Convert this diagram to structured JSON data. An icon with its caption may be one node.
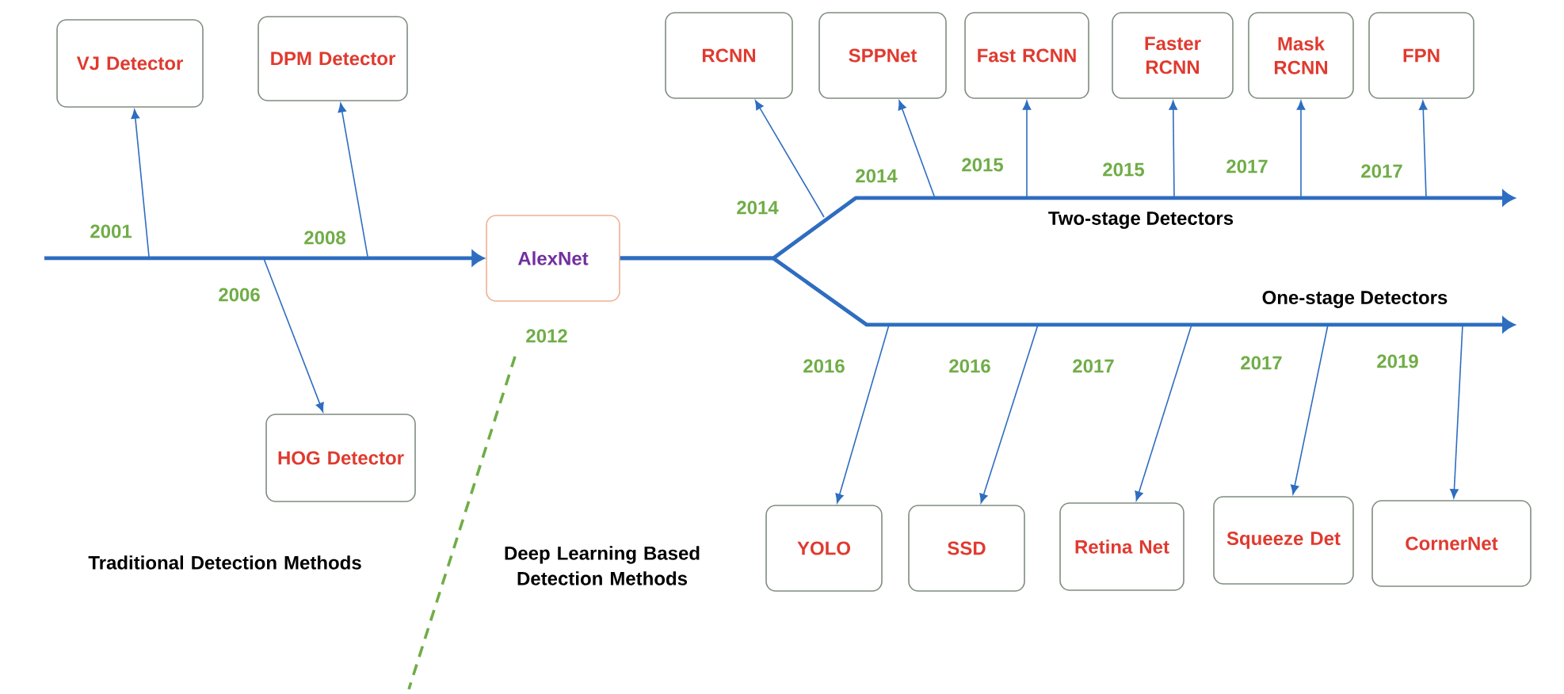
{
  "diagram": {
    "nodes": [
      {
        "text": [
          "VJ Detector"
        ]
      },
      {
        "text": [
          "DPM Detector"
        ]
      },
      {
        "text": [
          "HOG Detector"
        ]
      },
      {
        "text": [
          "AlexNet"
        ],
        "beside": [
          "2012"
        ]
      },
      {
        "text": [
          "RCNN"
        ]
      },
      {
        "text": [
          "SPPNet"
        ]
      },
      {
        "text": [
          "Fast RCNN"
        ]
      },
      {
        "text": [
          "Faster RCNN"
        ]
      },
      {
        "text": [
          "Mask RCNN"
        ]
      },
      {
        "text": [
          "FPN"
        ]
      },
      {
        "text": [
          "YOLO"
        ]
      },
      {
        "text": [
          "SSD"
        ]
      },
      {
        "text": [
          "Retina Net"
        ]
      },
      {
        "text": [
          "Squeeze Det"
        ]
      },
      {
        "text": [
          "CornerNet"
        ]
      }
    ],
    "edges": [
      {
        "from": null,
        "to": 0,
        "arrow": "to",
        "label": "2001"
      },
      {
        "from": null,
        "to": 2,
        "arrow": "to",
        "label": "2006"
      },
      {
        "from": null,
        "to": 1,
        "arrow": "to",
        "label": "2008"
      },
      {
        "from": null,
        "to": 3,
        "arrow": "to",
        "style": "thick"
      },
      {
        "from": 3,
        "to": null,
        "arrow": "to",
        "style": "thick",
        "label": "Two-stage Detectors"
      },
      {
        "from": 3,
        "to": null,
        "arrow": "to",
        "style": "thick",
        "label": "One-stage Detectors"
      },
      {
        "from": null,
        "to": 4,
        "arrow": "to",
        "label": "2014"
      },
      {
        "from": null,
        "to": 5,
        "arrow": "to",
        "label": "2014"
      },
      {
        "from": null,
        "to": 6,
        "arrow": "to",
        "label": "2015"
      },
      {
        "from": null,
        "to": 7,
        "arrow": "to",
        "label": "2015"
      },
      {
        "from": null,
        "to": 8,
        "arrow": "to",
        "label": "2017"
      },
      {
        "from": null,
        "to": 9,
        "arrow": "to",
        "label": "2017"
      },
      {
        "from": null,
        "to": 10,
        "arrow": "to",
        "label": "2016"
      },
      {
        "from": null,
        "to": 11,
        "arrow": "to",
        "label": "2016"
      },
      {
        "from": null,
        "to": 12,
        "arrow": "to",
        "label": "2017"
      },
      {
        "from": null,
        "to": 13,
        "arrow": "to",
        "label": "2017"
      },
      {
        "from": null,
        "to": 14,
        "arrow": "to",
        "label": "2019"
      }
    ],
    "labels": [
      "Traditional Detection Methods",
      "Deep Learning Based Detection Methods"
    ]
  }
}
